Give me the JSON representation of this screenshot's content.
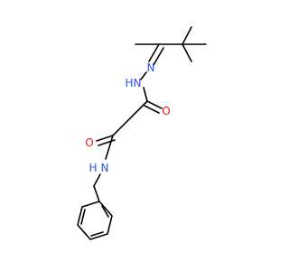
{
  "molecule": {
    "atoms": {
      "hydrazone_n": "N",
      "hydrazide_nh": "H",
      "hydrazide_n": "N",
      "hydrazide_o": "O",
      "amide_o": "O",
      "amide_nh": "H",
      "amide_n": "N"
    }
  },
  "colors": {
    "bond": "#000000",
    "nitrogen": "#3050F8",
    "oxygen": "#FF0D0D",
    "background": "#ffffff"
  }
}
